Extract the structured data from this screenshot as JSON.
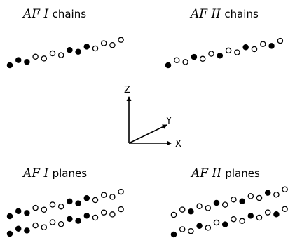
{
  "panels": {
    "af1_chains": {
      "label_roman": "AF I",
      "label_word": "chains"
    },
    "af2_chains": {
      "label_roman": "AF II",
      "label_word": "chains"
    },
    "af1_planes": {
      "label_roman": "AF I",
      "label_word": "planes"
    },
    "af2_planes": {
      "label_roman": "AF II",
      "label_word": "planes"
    }
  },
  "axes": {
    "x": "X",
    "y": "Y",
    "z": "Z"
  },
  "colors": {
    "ink": "#000000",
    "paper": "#ffffff"
  },
  "rows": [
    {
      "id": "af1-chain-row",
      "pattern": [
        1,
        1,
        1,
        0,
        0,
        0,
        0,
        1,
        1,
        1,
        0,
        0,
        0,
        0
      ]
    },
    {
      "id": "af2-chain-row",
      "pattern": [
        1,
        0,
        0,
        1,
        0,
        0,
        1,
        0,
        0,
        1,
        0,
        0,
        1,
        0
      ]
    },
    {
      "id": "af1-plane-row-1",
      "pattern": [
        1,
        1,
        1,
        0,
        0,
        0,
        0,
        1,
        1,
        1,
        0,
        0,
        0,
        0
      ]
    },
    {
      "id": "af1-plane-row-2",
      "pattern": [
        1,
        1,
        1,
        0,
        0,
        0,
        0,
        1,
        1,
        1,
        0,
        0,
        0,
        0
      ]
    },
    {
      "id": "af2-plane-row-1",
      "pattern": [
        0,
        0,
        1,
        0,
        0,
        1,
        0,
        0,
        1,
        0,
        0,
        1,
        0,
        0
      ]
    },
    {
      "id": "af2-plane-row-2",
      "pattern": [
        1,
        0,
        0,
        1,
        0,
        0,
        1,
        0,
        0,
        1,
        0,
        0,
        1,
        0
      ]
    }
  ]
}
